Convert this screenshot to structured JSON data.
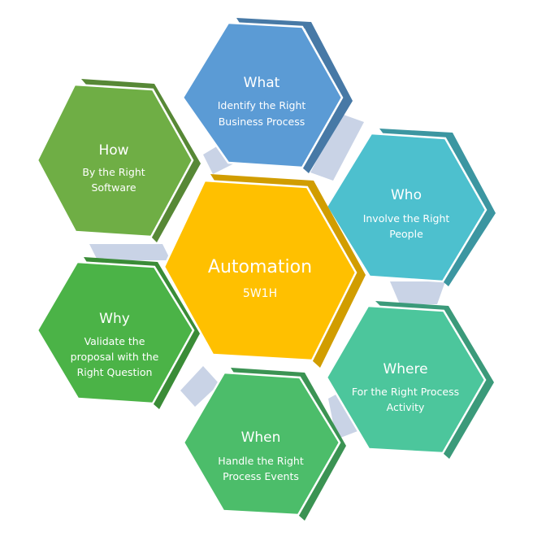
{
  "center": {
    "title": "Automation",
    "subtitle": "5W1H",
    "color": "#FFC000"
  },
  "items": [
    {
      "key": "what",
      "title": "What",
      "lines": [
        "Identify the Right",
        "Business Process"
      ],
      "color": "#5B9BD5"
    },
    {
      "key": "who",
      "title": "Who",
      "lines": [
        "Involve the Right",
        "People"
      ],
      "color": "#4DC0CE"
    },
    {
      "key": "where",
      "title": "Where",
      "lines": [
        "For the Right Process",
        "Activity"
      ],
      "color": "#4CC69C"
    },
    {
      "key": "when",
      "title": "When",
      "lines": [
        "Handle the Right",
        "Process Events"
      ],
      "color": "#4CBD6A"
    },
    {
      "key": "why",
      "title": "Why",
      "lines": [
        "Validate the",
        "proposal with the",
        "Right Question"
      ],
      "color": "#4BB347"
    },
    {
      "key": "how",
      "title": "How",
      "lines": [
        "By the Right",
        "Software"
      ],
      "color": "#6FAE45"
    }
  ],
  "connector_color": "#C9D3E6"
}
